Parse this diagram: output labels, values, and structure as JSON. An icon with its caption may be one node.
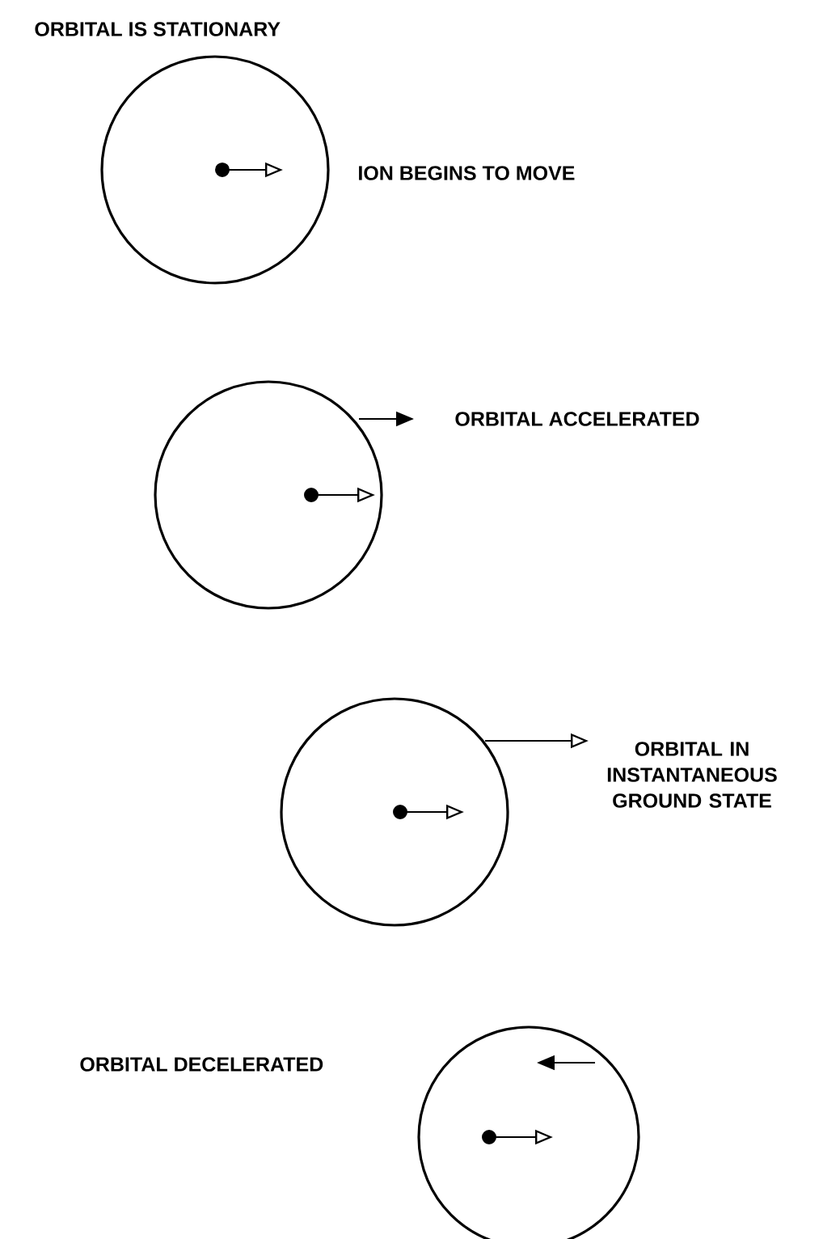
{
  "diagram": {
    "nodes": [
      {
        "text": [],
        "shape": "circle",
        "beside": [
          "ORBITAL IS STATIONARY",
          "ION BEGINS TO MOVE"
        ]
      },
      {
        "text": [],
        "shape": "circle",
        "beside": [
          "ORBITAL ACCELERATED"
        ]
      },
      {
        "text": [],
        "shape": "circle"
      },
      {
        "text": [],
        "shape": "circle"
      }
    ],
    "labels": [
      "ORBITAL IN INSTANTANEOUS GROUND STATE",
      "ORBITAL DECELERATED"
    ]
  }
}
